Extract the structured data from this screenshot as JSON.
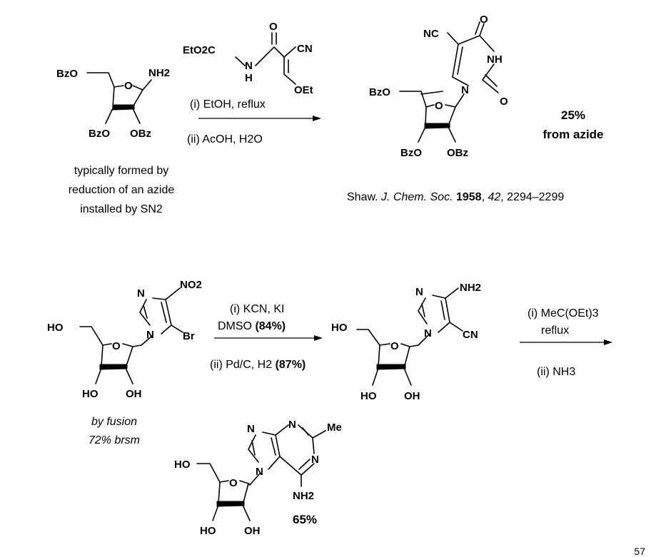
{
  "reaction1": {
    "amine": {
      "atoms": {
        "bzo_top": "BzO",
        "nh2": "NH2",
        "o_ring": "O",
        "bzo_bottom": "BzO",
        "obz": "OBz"
      },
      "note": [
        "typically formed by",
        "reduction of an azide",
        "installed by SN2"
      ]
    },
    "reagent": {
      "eto2c": "EtO2C",
      "nh": "N",
      "h": "H",
      "o": "O",
      "cn": "CN",
      "oet": "OEt"
    },
    "conditions": {
      "step1": "(i) EtOH, reflux",
      "step2": "(ii) AcOH, H2O"
    },
    "product": {
      "atoms": {
        "nc": "NC",
        "o_top": "O",
        "nh": "NH",
        "n": "N",
        "o_right": "O",
        "bzo_top": "BzO",
        "o_ring": "O",
        "bzo_bottom": "BzO",
        "obz": "OBz"
      },
      "yield_pct": "25%",
      "yield_note": "from azide"
    },
    "reference": {
      "author": "Shaw.",
      "journal": "J. Chem. Soc.",
      "year": "1958",
      "volume": "42",
      "pages": "2294–2299"
    }
  },
  "reaction2": {
    "start": {
      "atoms": {
        "n_top": "N",
        "no2": "NO2",
        "ho": "HO",
        "n_ring": "N",
        "br": "Br",
        "o_ring": "O",
        "ho_bottom": "HO",
        "oh_bottom": "OH"
      },
      "note": [
        "by fusion",
        "72% brsm"
      ]
    },
    "conditions": {
      "step1_a": "(i) KCN, KI",
      "step1_b": "DMSO",
      "step1_yield": "(84%)",
      "step2": "(ii) Pd/C, H2",
      "step2_yield": "(87%)"
    },
    "intermediate": {
      "atoms": {
        "n_top": "N",
        "nh2": "NH2",
        "ho": "HO",
        "n_ring": "N",
        "cn": "CN",
        "o_ring": "O",
        "ho_bottom": "HO",
        "oh_bottom": "OH"
      }
    },
    "conditions2": {
      "step1_a": "(i) MeC(OEt)3",
      "step1_b": "reflux",
      "step2": "(ii) NH3"
    },
    "product": {
      "atoms": {
        "n7": "N",
        "n1": "N",
        "me": "Me",
        "n3": "N",
        "n9": "N",
        "ho": "HO",
        "nh2": "NH2",
        "o_ring": "O",
        "ho_bottom": "HO",
        "oh_bottom": "OH"
      },
      "yield_pct": "65%"
    }
  },
  "page_number": "57"
}
